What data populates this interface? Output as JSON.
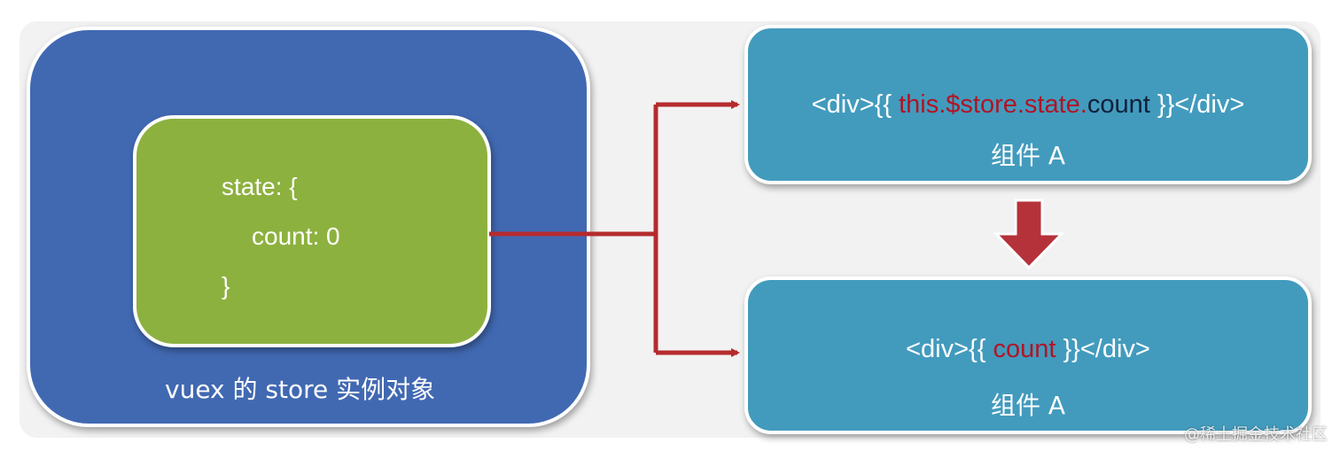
{
  "store": {
    "code_lines": [
      "state: {",
      "count: 0",
      "}"
    ],
    "label": "vuex 的 store 实例对象"
  },
  "component_top": {
    "code_open": "<div>{{ ",
    "code_highlight": "this.$store.state.",
    "code_dark": "count",
    "code_close": " }}</div>",
    "name": "组件 A"
  },
  "component_bottom": {
    "code_open": "<div>{{ ",
    "code_highlight": "count",
    "code_close": " }}</div>",
    "name": "组件 A"
  },
  "watermark": "@稀土掘金技术社区",
  "colors": {
    "store_blue": "#4169b2",
    "state_green": "#8db13f",
    "component_teal": "#429bbd",
    "connector_red": "#b52b2e",
    "highlight_red": "#b01426"
  }
}
